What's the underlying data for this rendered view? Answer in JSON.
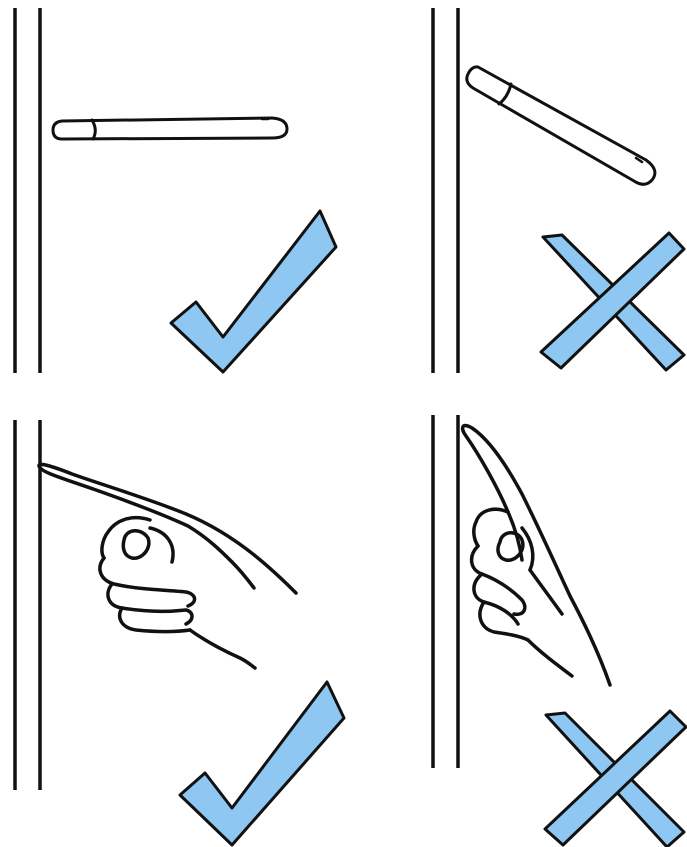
{
  "diagram": {
    "panels": [
      {
        "id": "pen-flat",
        "subject": "pen-icon",
        "verdict": "correct",
        "mark": "check-mark-icon"
      },
      {
        "id": "pen-tilted",
        "subject": "pen-icon",
        "verdict": "incorrect",
        "mark": "cross-mark-icon"
      },
      {
        "id": "finger-flat",
        "subject": "pointing-hand-icon",
        "verdict": "correct",
        "mark": "check-mark-icon"
      },
      {
        "id": "finger-tilted",
        "subject": "pointing-hand-icon",
        "verdict": "incorrect",
        "mark": "cross-mark-icon"
      }
    ],
    "colors": {
      "mark_fill": "#8ec8f2",
      "outline": "#111111",
      "background": "#ffffff"
    }
  }
}
